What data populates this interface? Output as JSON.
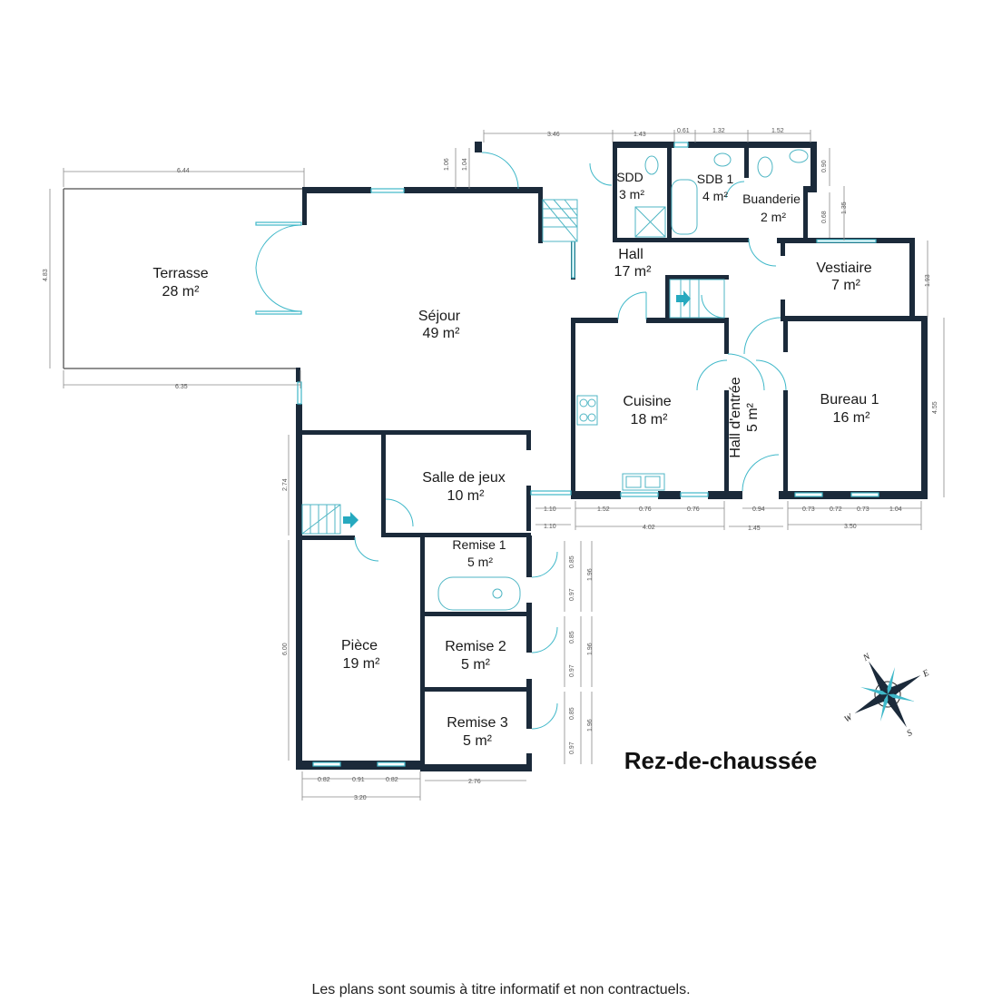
{
  "floor_title": "Rez-de-chaussée",
  "disclaimer": "Les plans sont soumis à titre informatif et non contractuels.",
  "rooms": {
    "terrasse": {
      "name": "Terrasse",
      "area": "28 m²"
    },
    "sejour": {
      "name": "Séjour",
      "area": "49 m²"
    },
    "hall": {
      "name": "Hall",
      "area": "17 m²"
    },
    "sdd": {
      "name": "SDD",
      "area": "3 m²"
    },
    "sdb1": {
      "name": "SDB 1",
      "area": "4 m²"
    },
    "buanderie": {
      "name": "Buanderie",
      "area": "2 m²"
    },
    "vestiaire": {
      "name": "Vestiaire",
      "area": "7 m²"
    },
    "cuisine": {
      "name": "Cuisine",
      "area": "18 m²"
    },
    "hall_entree": {
      "name": "Hall d'entrée",
      "area": "5 m²"
    },
    "bureau1": {
      "name": "Bureau 1",
      "area": "16 m²"
    },
    "salle_jeux": {
      "name": "Salle de jeux",
      "area": "10 m²"
    },
    "remise1": {
      "name": "Remise 1",
      "area": "5 m²"
    },
    "remise2": {
      "name": "Remise 2",
      "area": "5 m²"
    },
    "remise3": {
      "name": "Remise 3",
      "area": "5 m²"
    },
    "piece": {
      "name": "Pièce",
      "area": "19 m²"
    }
  },
  "dimensions": {
    "top_346": "3.46",
    "top_143": "1.43",
    "top_061": "0.61",
    "top_132": "1.32",
    "top_152": "1.52",
    "side_106": "1.06",
    "side_104": "1.04",
    "side_090": "0.90",
    "side_135": "1.35",
    "side_068": "0.68",
    "side_193": "1.93",
    "side_455": "4.55",
    "terr_644": "6.44",
    "terr_635": "6.35",
    "terr_483": "4.83",
    "left_274": "2.74",
    "left_600": "6.00",
    "sj_110a": "1.10",
    "sj_110b": "1.10",
    "cu_152": "1.52",
    "cu_076a": "0.76",
    "cu_076b": "0.76",
    "cu_402": "4.02",
    "he_094": "0.94",
    "he_145": "1.45",
    "bu_073a": "0.73",
    "bu_072": "0.72",
    "bu_073b": "0.73",
    "bu_104": "1.04",
    "bu_350": "3.50",
    "r1_085": "0.85",
    "r1_097": "0.97",
    "r1_196": "1.96",
    "r2_085": "0.85",
    "r2_097": "0.97",
    "r2_196": "1.96",
    "r3_085": "0.85",
    "r3_097": "0.97",
    "r3_196": "1.96",
    "pi_082a": "0.82",
    "pi_091": "0.91",
    "pi_082b": "0.82",
    "pi_320": "3.20",
    "re_276": "2.76"
  },
  "compass": {
    "n": "N",
    "e": "E",
    "s": "S",
    "w": "W"
  },
  "colors": {
    "wall": "#1b2a3a",
    "accent": "#3fb8c9"
  }
}
